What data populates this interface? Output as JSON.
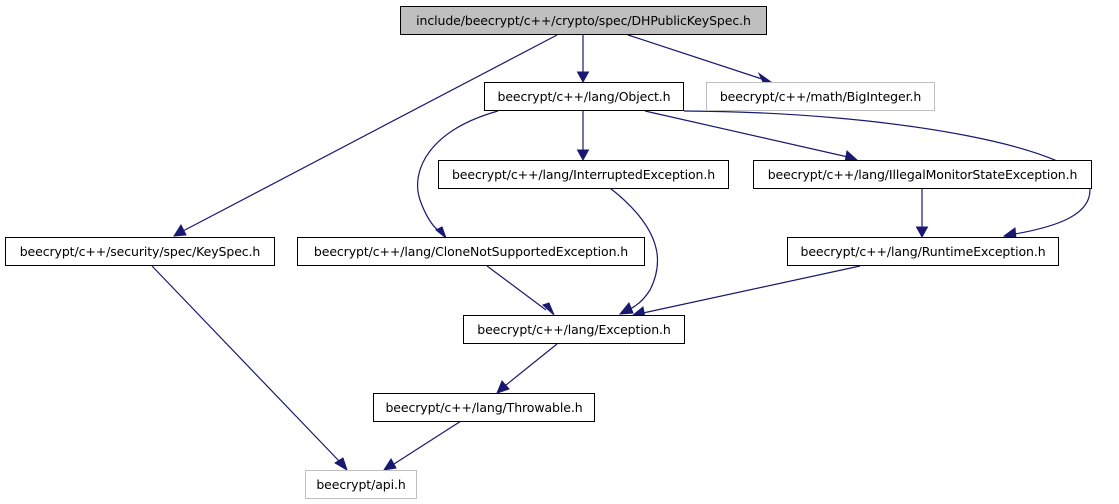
{
  "nodes": {
    "dhpublickeyspec": "include/beecrypt/c++/crypto/spec/DHPublicKeySpec.h",
    "object": "beecrypt/c++/lang/Object.h",
    "biginteger": "beecrypt/c++/math/BigInteger.h",
    "interruptedexception": "beecrypt/c++/lang/InterruptedException.h",
    "illegalmonitorstateexception": "beecrypt/c++/lang/IllegalMonitorStateException.h",
    "keyspec": "beecrypt/c++/security/spec/KeySpec.h",
    "clonenotsupportedexception": "beecrypt/c++/lang/CloneNotSupportedException.h",
    "runtimeexception": "beecrypt/c++/lang/RuntimeException.h",
    "exception": "beecrypt/c++/lang/Exception.h",
    "throwable": "beecrypt/c++/lang/Throwable.h",
    "api": "beecrypt/api.h"
  },
  "colors": {
    "edge": "#191970",
    "root_fill": "#bfbfbf",
    "external_border": "#bfbfbf"
  }
}
